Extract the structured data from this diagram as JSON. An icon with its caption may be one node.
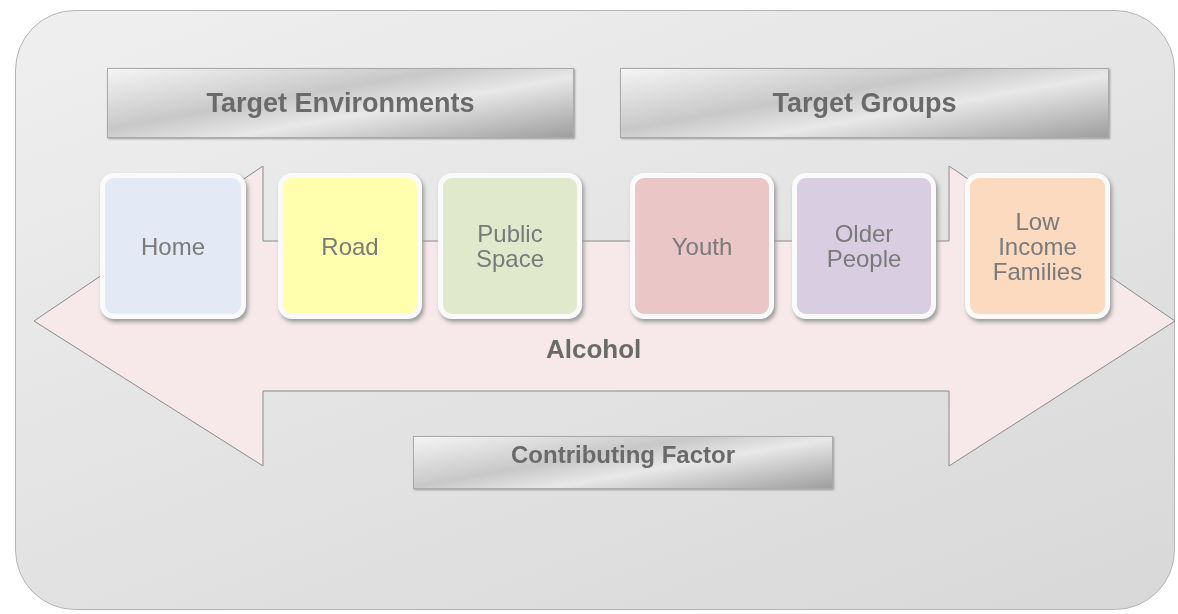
{
  "diagram": {
    "nodes": [
      {
        "text": [],
        "shape": "box"
      },
      {
        "text": [
          "Target Environments"
        ],
        "in": 0
      },
      {
        "text": [
          "Target Groups"
        ],
        "in": 0
      },
      {
        "text": [
          "Alcohol"
        ],
        "in": 0
      },
      {
        "text": [
          "Home"
        ],
        "in": 3
      },
      {
        "text": [
          "Road"
        ],
        "in": 3
      },
      {
        "text": [
          "Public Space"
        ],
        "in": 3
      },
      {
        "text": [
          "Youth"
        ],
        "in": 3
      },
      {
        "text": [
          "Older People"
        ],
        "in": 3
      },
      {
        "text": [
          "Low Income Families"
        ],
        "in": 3
      },
      {
        "text": [
          "Contributing Factor"
        ],
        "in": 0
      }
    ]
  }
}
